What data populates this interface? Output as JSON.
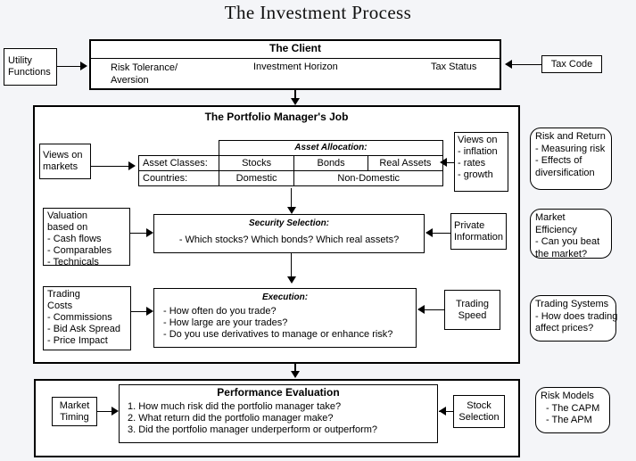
{
  "title": "The Investment Process",
  "client": {
    "heading": "The Client",
    "attributes": [
      "Risk Tolerance/ Aversion",
      "Investment Horizon",
      "Tax Status"
    ],
    "risk_line1": "Risk Tolerance/",
    "risk_line2": "Aversion",
    "horizon": "Investment Horizon",
    "tax_status": "Tax Status"
  },
  "inputs": {
    "utility_functions_line1": "Utility",
    "utility_functions_line2": "Functions",
    "tax_code": "Tax Code"
  },
  "portfolio_manager": {
    "heading": "The Portfolio Manager's Job",
    "asset_allocation": {
      "caption": "Asset Allocation:",
      "row_labels": [
        "Asset Classes:",
        "Countries:"
      ],
      "asset_classes": [
        "Stocks",
        "Bonds",
        "Real Assets"
      ],
      "countries": [
        "Domestic",
        "Non-Domestic"
      ]
    },
    "views_on_markets_line1": "Views on",
    "views_on_markets_line2": "markets",
    "views_on_macro": {
      "title": "Views on",
      "items": [
        "- inflation",
        "- rates",
        "- growth"
      ]
    },
    "security_selection": {
      "caption": "Security Selection:",
      "question": "- Which stocks? Which bonds? Which real assets?"
    },
    "valuation": {
      "line1": "Valuation",
      "line2": "based on",
      "items": [
        "- Cash flows",
        "- Comparables",
        "- Technicals"
      ]
    },
    "private_information_line1": "Private",
    "private_information_line2": "Information",
    "execution": {
      "caption": "Execution:",
      "questions": [
        "- How often do you trade?",
        "- How large are your trades?",
        "- Do you use derivatives to manage or enhance risk?"
      ]
    },
    "trading_costs": {
      "line1": "Trading",
      "line2": "Costs",
      "items": [
        "- Commissions",
        "- Bid Ask Spread",
        "- Price Impact"
      ]
    },
    "trading_speed_line1": "Trading",
    "trading_speed_line2": "Speed"
  },
  "performance": {
    "heading": "Performance Evaluation",
    "questions": [
      "1. How much risk did the portfolio manager take?",
      "2. What return did the portfolio manager make?",
      "3. Did the portfolio manager underperform or outperform?"
    ],
    "market_timing_line1": "Market",
    "market_timing_line2": "Timing",
    "stock_selection_line1": "Stock",
    "stock_selection_line2": "Selection"
  },
  "callouts": [
    {
      "title": "Risk and Return",
      "items": [
        "- Measuring risk",
        "- Effects of",
        "diversification"
      ]
    },
    {
      "title": "Market Efficiency",
      "items": [
        "- Can you beat",
        "the market?"
      ]
    },
    {
      "title": "Trading Systems",
      "items": [
        "- How does trading",
        "affect prices?"
      ]
    },
    {
      "title": "Risk Models",
      "items": [
        "- The CAPM",
        "- The APM"
      ]
    }
  ],
  "colors": {
    "background": "#f4f5f8",
    "ink": "#000000",
    "box_fill": "#ffffff"
  }
}
